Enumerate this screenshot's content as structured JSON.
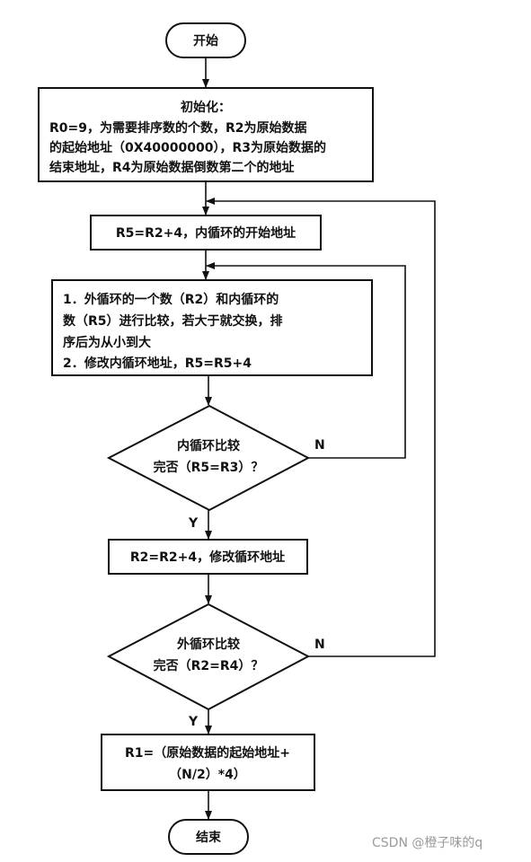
{
  "nodes": {
    "start": "开始",
    "init": [
      "初始化：",
      "R0=9，为需要排序数的个数，R2为原始数据",
      "的起始地址（0X40000000），R3为原始数据的",
      "结束地址，R4为原始数据倒数第二个的地址"
    ],
    "inner_start": "R5=R2+4，内循环的开始地址",
    "compare": [
      "1．外循环的一个数（R2）和内循环的",
      "数（R5）进行比较，若大于就交换，排",
      "序后为从小到大",
      "2．修改内循环地址，R5=R5+4"
    ],
    "inner_check": [
      "内循环比较",
      "完否（R5=R3）？"
    ],
    "outer_update": "R2=R2+4，修改循环地址",
    "outer_check": [
      "外循环比较",
      "完否（R2=R4）？"
    ],
    "result": [
      "R1=（原始数据的起始地址+",
      "（N/2）*4）"
    ],
    "end": "结束"
  },
  "branch_labels": {
    "yes": "Y",
    "no": "N"
  },
  "watermark": "CSDN @橙子味的q"
}
